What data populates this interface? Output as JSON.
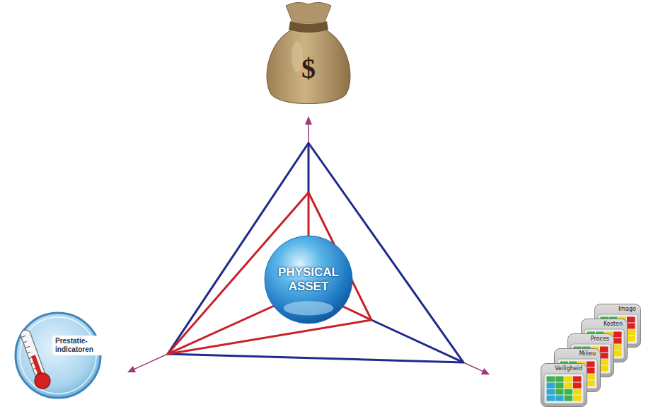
{
  "diagram": {
    "nodes": [
      {
        "text": [
          "PHYSICAL ASSET"
        ]
      },
      {
        "text": [
          "Prestatie-indicatoren"
        ]
      },
      {
        "text": [
          "Imago"
        ]
      },
      {
        "text": [
          "Kosten"
        ]
      },
      {
        "text": [
          "Proces"
        ]
      },
      {
        "text": [
          "Milieu"
        ]
      },
      {
        "text": [
          "Veiligheid"
        ]
      }
    ],
    "labels": [
      "$"
    ]
  }
}
